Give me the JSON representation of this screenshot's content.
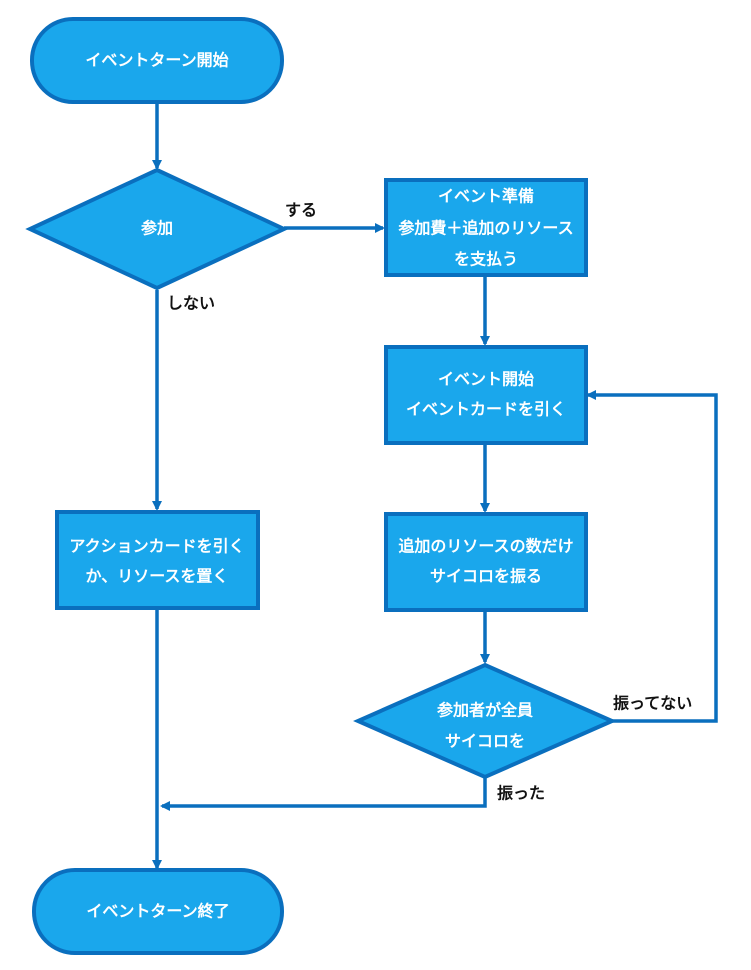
{
  "nodes": {
    "start": {
      "label": "イベントターン開始"
    },
    "participate": {
      "label": "参加"
    },
    "event_prep": {
      "lines": [
        "イベント準備",
        "参加費＋追加のリソース",
        "を支払う"
      ]
    },
    "event_start": {
      "lines": [
        "イベント開始",
        "イベントカードを引く"
      ]
    },
    "action_card": {
      "lines": [
        "アクションカードを引く",
        "か、リソースを置く"
      ]
    },
    "roll_dice": {
      "lines": [
        "追加のリソースの数だけ",
        "サイコロを振る"
      ]
    },
    "all_rolled": {
      "lines": [
        "参加者が全員",
        "サイコロを"
      ]
    },
    "end": {
      "label": "イベントターン終了"
    }
  },
  "edges": {
    "yes": "する",
    "no": "しない",
    "not_rolled": "振ってない",
    "rolled": "振った"
  },
  "colors": {
    "fill": "#1aa7ec",
    "stroke": "#0a6fbe",
    "text": "#ffffff"
  }
}
